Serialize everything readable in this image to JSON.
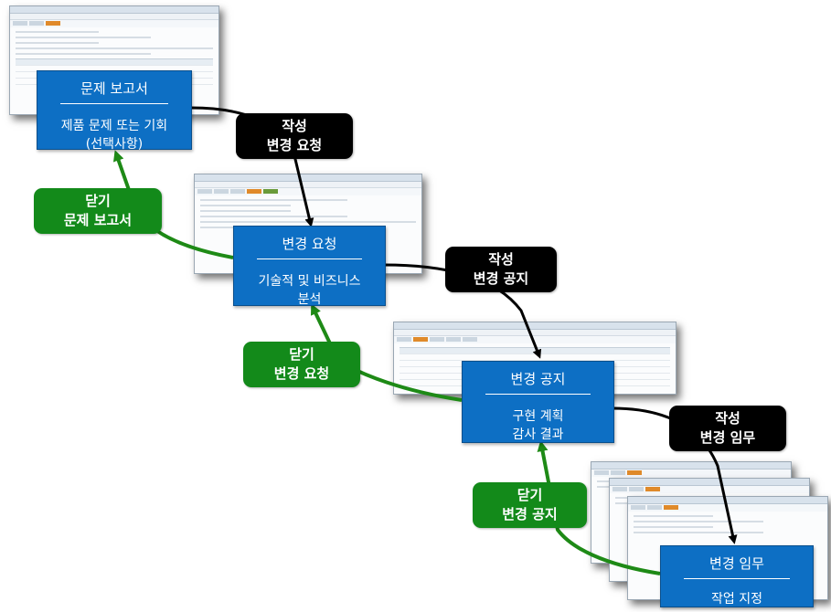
{
  "stages": [
    {
      "title": "문제 보고서",
      "desc": [
        "제품 문제 또는 기회",
        "(선택사항)"
      ]
    },
    {
      "title": "변경 요청",
      "desc": [
        "기술적 및 비즈니스",
        "분석"
      ]
    },
    {
      "title": "변경 공지",
      "desc": [
        "구현 계획",
        "감사 결과"
      ]
    },
    {
      "title": "변경 임무",
      "desc": [
        "작업 지정"
      ]
    }
  ],
  "create_actions": [
    {
      "line1": "작성",
      "line2": "변경 요청"
    },
    {
      "line1": "작성",
      "line2": "변경 공지"
    },
    {
      "line1": "작성",
      "line2": "변경 임무"
    }
  ],
  "close_actions": [
    {
      "line1": "닫기",
      "line2": "문제 보고서"
    },
    {
      "line1": "닫기",
      "line2": "변경 요청"
    },
    {
      "line1": "닫기",
      "line2": "변경 공지"
    }
  ],
  "colors": {
    "stage": "#0d6fc4",
    "create": "#000000",
    "close": "#138a1a",
    "close_arrow": "#1e8a16"
  }
}
